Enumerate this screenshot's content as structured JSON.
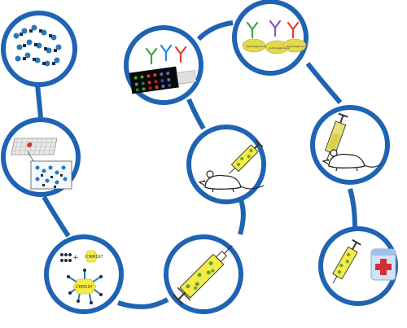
{
  "colors": {
    "ring": "#1f63b3",
    "background": "#ffffff",
    "peptide_blue": "#2b78bd",
    "peptide_dark": "#1b2b45",
    "yellow": "#f4ec45",
    "green": "#59a63c",
    "red": "#d32f2f",
    "purple": "#7e57c2",
    "gray": "#8a8a8a"
  },
  "labels": {
    "crm197_small": "CRM197",
    "crm197_large": "CRM197",
    "cyto_1": "Cytomegalovirus",
    "cyto_2": "Cytomegalovirus",
    "cyto_3": "Cytomegalovirus"
  },
  "icons": [
    "peptide-library-icon",
    "peptide-array-icon",
    "conjugation-icon",
    "vaccine-syringe-icon",
    "mouse-immunization-icon",
    "antibody-array-icon",
    "antibody-panel-icon",
    "mouse-challenge-icon",
    "medical-kit-icon"
  ]
}
